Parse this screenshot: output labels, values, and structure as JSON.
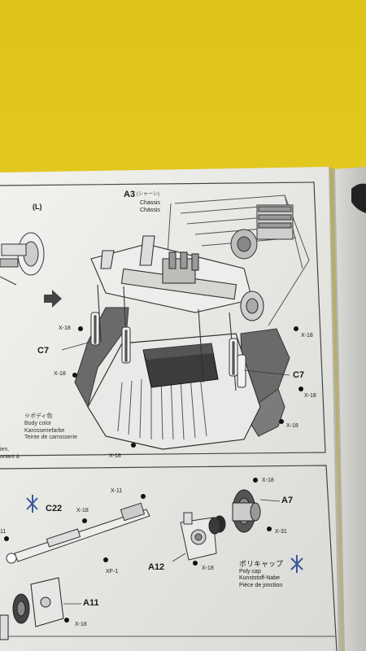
{
  "top_section": {
    "side_label": "(L)",
    "chassis_part": "A3",
    "chassis_jp": "(シャーシ)",
    "chassis_en": "Chassis",
    "chassis_de": "Chässis",
    "callouts": {
      "c7_left": "C7",
      "c7_right": "C7",
      "x18_left_upper": "X-18",
      "x18_left_lower": "X-18",
      "x18_right_upper": "X-18",
      "x18_right_mid": "X-18",
      "x18_right_lower": "X-18",
      "x18_bottom": "X-18"
    },
    "paint_note": {
      "jp": "※ボディ色",
      "en": "Body color",
      "de": "Karosseriefarbe",
      "fr": "Teinte de carrosserie"
    },
    "edge_note_1": "ien.",
    "edge_note_2": "ortant à"
  },
  "bottom_section": {
    "callouts": {
      "c22": "C22",
      "x18_c22": "X-18",
      "x11_left": "11",
      "x11_top": "X-11",
      "xf1": "XF-1",
      "a12": "A12",
      "x18_a12": "X-18",
      "x18_top_right": "X-18",
      "a7": "A7",
      "x31": "X-31",
      "a11": "A11",
      "x18_bottom": "X-18"
    },
    "polycap": {
      "jp": "ポリキャップ",
      "en": "Poly cap",
      "de": "Kunststoff-Nabe",
      "fr": "Pièce de jonction"
    }
  }
}
